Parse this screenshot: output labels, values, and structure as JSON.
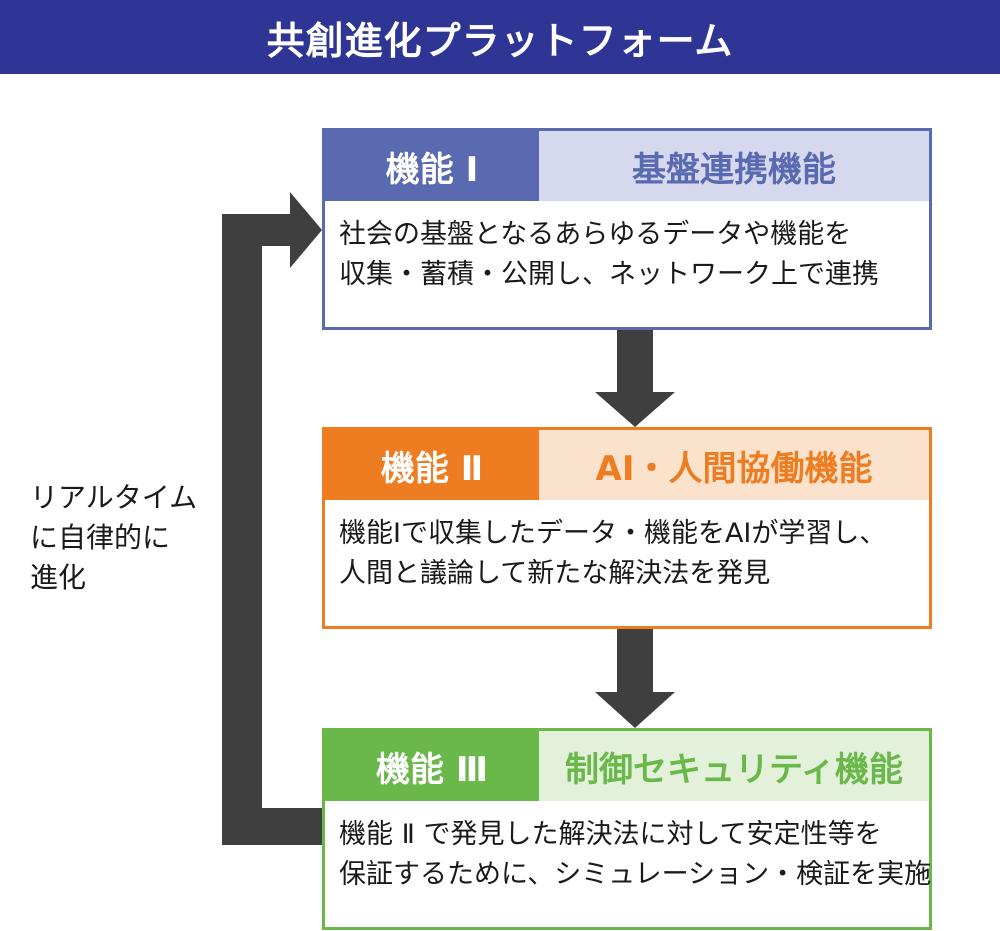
{
  "title": "共創進化プラットフォーム",
  "side_label": [
    "リアルタイム",
    "に自律的に",
    "進化"
  ],
  "cards": [
    {
      "number": "機能 Ⅰ",
      "name": "基盤連携機能",
      "lines": [
        "社会の基盤となるあらゆるデータや機能を",
        "収集・蓄積・公開し、ネットワーク上で連携"
      ]
    },
    {
      "number": "機能 Ⅱ",
      "name": "AI・人間協働機能",
      "lines": [
        "機能Ⅰで収集したデータ・機能をAIが学習し、",
        "人間と議論して新たな解決法を発見"
      ]
    },
    {
      "number": "機能 Ⅲ",
      "name": "制御セキュリティ機能",
      "lines": [
        "機能 Ⅱ で発見した解決法に対して安定性等を",
        "保証するために、シミュレーション・検証を実施"
      ]
    }
  ],
  "colors": {
    "title_bg": "#2e3594",
    "card1": "#5a6ab0",
    "card2": "#ee7d22",
    "card3": "#6ab84a",
    "arrow": "#3f3f3f"
  }
}
